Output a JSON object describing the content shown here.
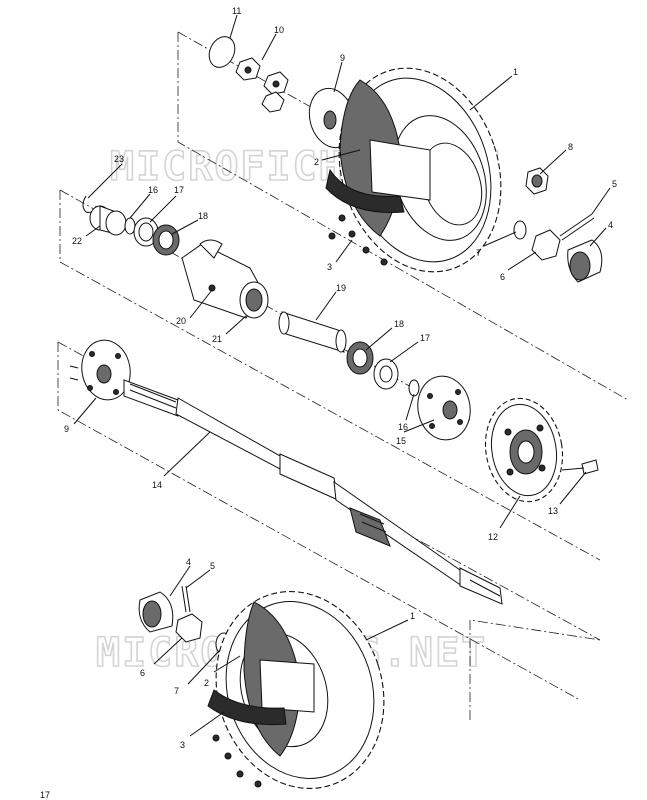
{
  "watermark": {
    "top": "MICROFICHES.NET",
    "bottom": "MICROFICHES.NET"
  },
  "callouts": [
    {
      "id": "c11a",
      "text": "11"
    },
    {
      "id": "c10a",
      "text": "10"
    },
    {
      "id": "c9a",
      "text": "9"
    },
    {
      "id": "c1a",
      "text": "1"
    },
    {
      "id": "c2a",
      "text": "2"
    },
    {
      "id": "c8a",
      "text": "8"
    },
    {
      "id": "c5a",
      "text": "5"
    },
    {
      "id": "c4a",
      "text": "4"
    },
    {
      "id": "c6a",
      "text": "6"
    },
    {
      "id": "c7a",
      "text": "7"
    },
    {
      "id": "c3a",
      "text": "3"
    },
    {
      "id": "c23",
      "text": "23"
    },
    {
      "id": "c16a",
      "text": "16"
    },
    {
      "id": "c17a",
      "text": "17"
    },
    {
      "id": "c18a",
      "text": "18"
    },
    {
      "id": "c22",
      "text": "22"
    },
    {
      "id": "c20",
      "text": "20"
    },
    {
      "id": "c21",
      "text": "21"
    },
    {
      "id": "c19",
      "text": "19"
    },
    {
      "id": "c18b",
      "text": "18"
    },
    {
      "id": "c17b",
      "text": "17"
    },
    {
      "id": "c16b",
      "text": "16"
    },
    {
      "id": "c15",
      "text": "15"
    },
    {
      "id": "c9b",
      "text": "9"
    },
    {
      "id": "c14",
      "text": "14"
    },
    {
      "id": "c13",
      "text": "13"
    },
    {
      "id": "c12",
      "text": "12"
    },
    {
      "id": "c4b",
      "text": "4"
    },
    {
      "id": "c5b",
      "text": "5"
    },
    {
      "id": "c6b",
      "text": "6"
    },
    {
      "id": "c7b",
      "text": "7"
    },
    {
      "id": "c2b",
      "text": "2"
    },
    {
      "id": "c1b",
      "text": "1"
    },
    {
      "id": "c3b",
      "text": "3"
    },
    {
      "id": "c17c",
      "text": "17"
    }
  ]
}
